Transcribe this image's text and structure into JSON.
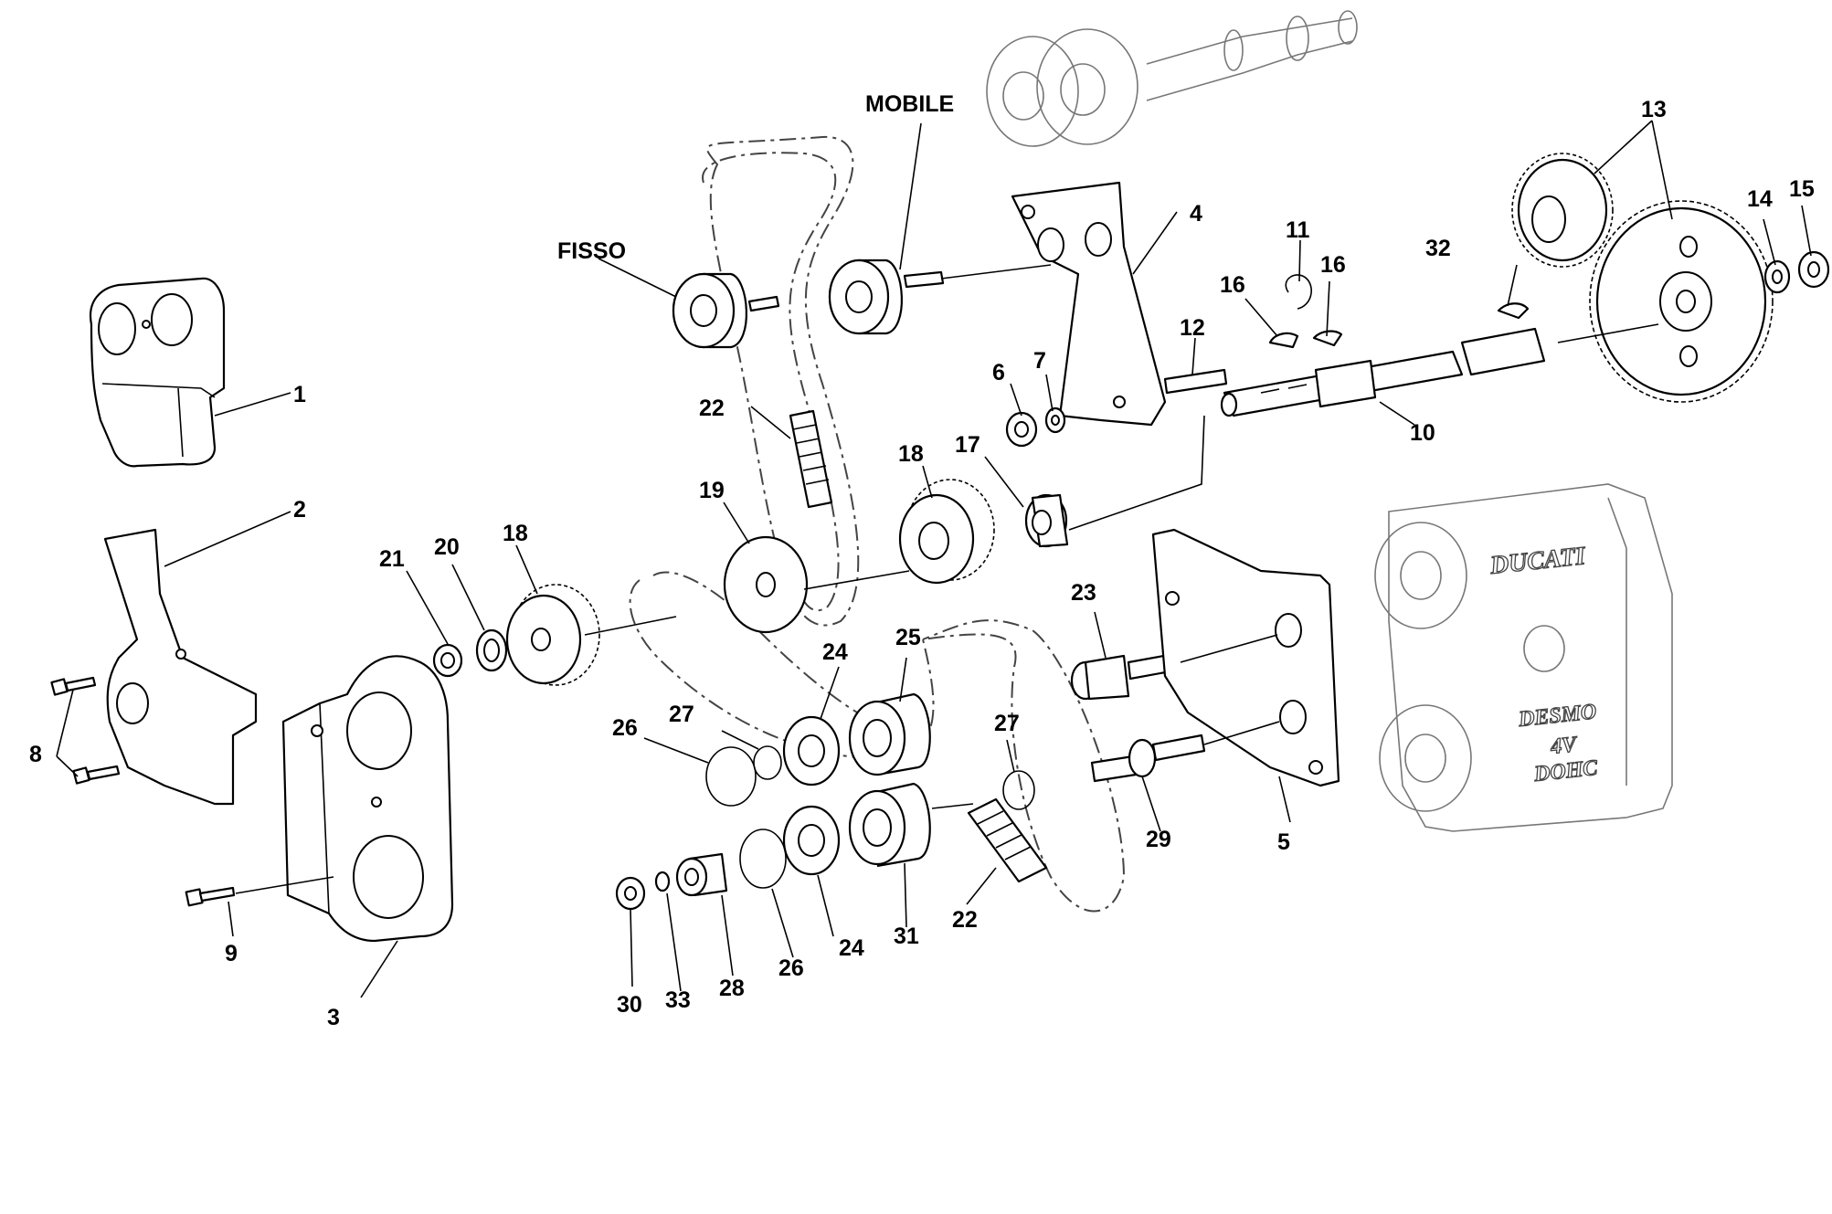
{
  "callouts": {
    "c1": "1",
    "c2": "2",
    "c3": "3",
    "c4": "4",
    "c5": "5",
    "c6": "6",
    "c7": "7",
    "c8": "8",
    "c9": "9",
    "c10": "10",
    "c11": "11",
    "c12": "12",
    "c13": "13",
    "c14": "14",
    "c15": "15",
    "c16a": "16",
    "c16b": "16",
    "c17": "17",
    "c18a": "18",
    "c18b": "18",
    "c19": "19",
    "c20": "20",
    "c21": "21",
    "c22a": "22",
    "c22b": "22",
    "c23": "23",
    "c24a": "24",
    "c24b": "24",
    "c25": "25",
    "c26a": "26",
    "c26b": "26",
    "c27a": "27",
    "c27b": "27",
    "c28": "28",
    "c29": "29",
    "c30": "30",
    "c31": "31",
    "c32": "32",
    "c33": "33",
    "fisso": "FISSO",
    "mobile": "MOBILE"
  },
  "engine_cover": {
    "brand": "DUCATI",
    "line1": "DESMO",
    "line2": "4V",
    "line3": "DOHC"
  }
}
